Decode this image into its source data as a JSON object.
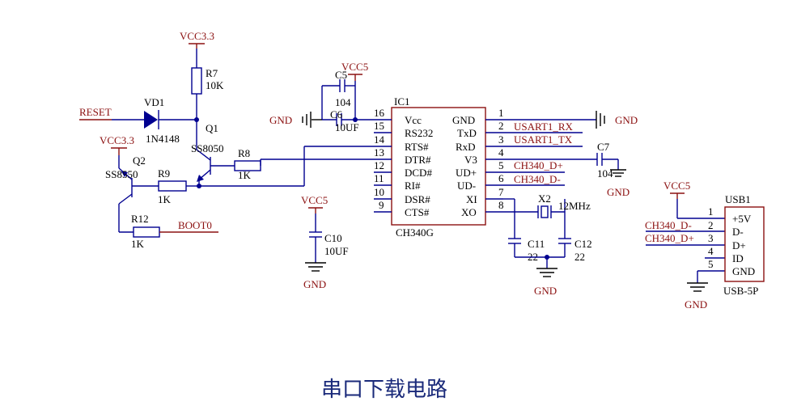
{
  "caption": "串口下载电路",
  "nets": {
    "vcc33": "VCC3.3",
    "vcc5": "VCC5",
    "gnd": "GND",
    "reset": "RESET",
    "boot0": "BOOT0",
    "usart_rx": "USART1_RX",
    "usart_tx": "USART1_TX",
    "ch340_dp": "CH340_D+",
    "ch340_dm": "CH340_D-"
  },
  "components": {
    "r7": {
      "ref": "R7",
      "value": "10K"
    },
    "r8": {
      "ref": "R8",
      "value": "1K"
    },
    "r9": {
      "ref": "R9",
      "value": "1K"
    },
    "r12": {
      "ref": "R12",
      "value": "1K"
    },
    "vd1": {
      "ref": "VD1",
      "value": "1N4148"
    },
    "q1": {
      "ref": "Q1",
      "value": "SS8050"
    },
    "q2": {
      "ref": "Q2",
      "value": "SS8550"
    },
    "c5": {
      "ref": "C5",
      "value": "104"
    },
    "c6": {
      "ref": "C6",
      "value": "10UF"
    },
    "c7": {
      "ref": "C7",
      "value": "104"
    },
    "c10": {
      "ref": "C10",
      "value": "10UF"
    },
    "c11": {
      "ref": "C11",
      "value": "22"
    },
    "c12": {
      "ref": "C12",
      "value": "22"
    },
    "x2": {
      "ref": "X2",
      "value": "12MHz"
    }
  },
  "ic1": {
    "ref": "IC1",
    "part": "CH340G",
    "left_pins": [
      {
        "num": "16",
        "name": "Vcc"
      },
      {
        "num": "15",
        "name": "RS232"
      },
      {
        "num": "14",
        "name": "RTS#"
      },
      {
        "num": "13",
        "name": "DTR#"
      },
      {
        "num": "12",
        "name": "DCD#"
      },
      {
        "num": "11",
        "name": "RI#"
      },
      {
        "num": "10",
        "name": "DSR#"
      },
      {
        "num": "9",
        "name": "CTS#"
      }
    ],
    "right_pins": [
      {
        "num": "1",
        "name": "GND"
      },
      {
        "num": "2",
        "name": "TxD"
      },
      {
        "num": "3",
        "name": "RxD"
      },
      {
        "num": "4",
        "name": "V3"
      },
      {
        "num": "5",
        "name": "UD+"
      },
      {
        "num": "6",
        "name": "UD-"
      },
      {
        "num": "7",
        "name": "XI"
      },
      {
        "num": "8",
        "name": "XO"
      }
    ]
  },
  "usb1": {
    "ref": "USB1",
    "part": "USB-5P",
    "pins": [
      {
        "num": "1",
        "name": "+5V"
      },
      {
        "num": "2",
        "name": "D-"
      },
      {
        "num": "3",
        "name": "D+"
      },
      {
        "num": "4",
        "name": "ID"
      },
      {
        "num": "5",
        "name": "GND"
      }
    ]
  }
}
